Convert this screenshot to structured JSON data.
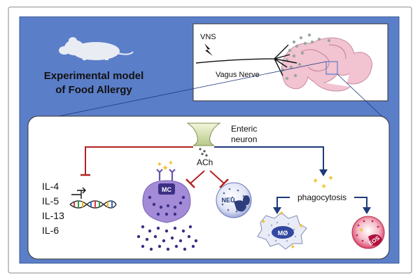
{
  "title_line1": "Experimental model",
  "title_line2": "of Food Allergy",
  "vns_label": "VNS",
  "vagus_label": "Vagus Nerve",
  "enteric_line1": "Enteric",
  "enteric_line2": "neuron",
  "ach_label": "ACh",
  "cytokines": [
    "IL-4",
    "IL-5",
    "IL-13",
    "IL-6"
  ],
  "mc_label": "MC",
  "neu_label": "NEU",
  "phagocytosis_label": "phagocytosis",
  "mo_label": "MØ",
  "eos_label": "EOS",
  "colors": {
    "panel_blue": "#5b7ec9",
    "inhibit_red": "#b22222",
    "activate_navy": "#1f3a7a",
    "mc_purple": "#a38bd8",
    "eos_pink": "#d9416a",
    "antigen_yellow": "#f2c230"
  }
}
